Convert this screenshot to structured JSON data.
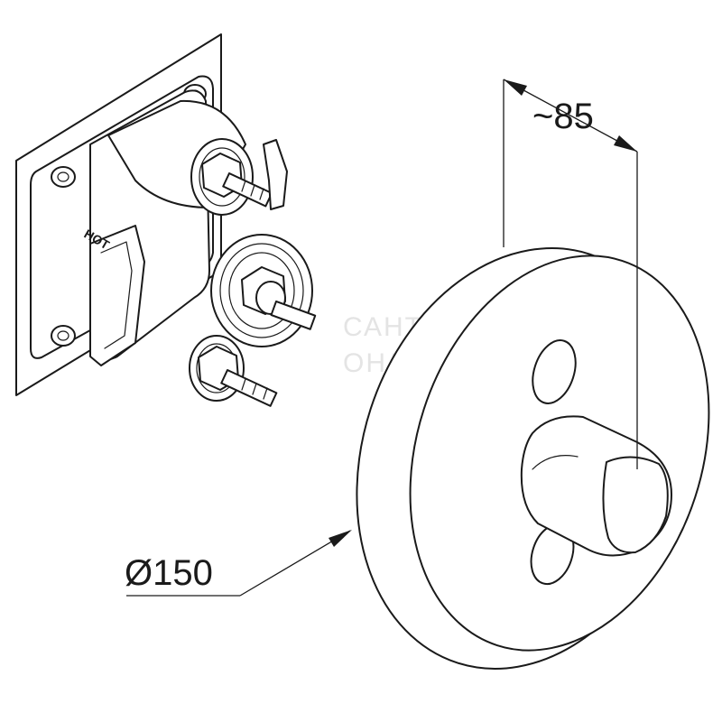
{
  "dimensions": {
    "depth_label": "~85",
    "diameter_label": "Ø150"
  },
  "valve_body": {
    "stamp_text": "HOT"
  },
  "watermark": {
    "line1": "САНТЕХНИКА-",
    "line2": "ОНЛАЙН"
  },
  "colors": {
    "line": "#1a1a1a",
    "background": "#ffffff",
    "watermark": "#e4e4e4"
  }
}
